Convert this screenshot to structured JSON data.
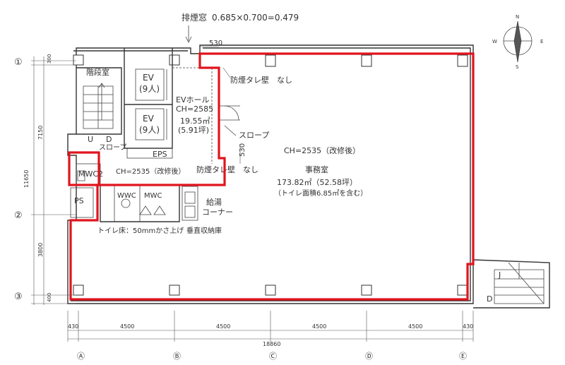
{
  "exhaust_window": {
    "label": "排煙窓",
    "formula": "0.685×0.700=0.479"
  },
  "compass": {
    "n": "N",
    "e": "E",
    "s": "S",
    "w": "W"
  },
  "rooms": {
    "stair": "階段室",
    "ev1": "EV",
    "ev1_cap": "(9人)",
    "ev2": "EV",
    "ev2_cap": "(9人)",
    "ev_hall": "EVホール",
    "ev_hall_ch": "CH=2585",
    "ev_hall_area": "19.55㎡",
    "ev_hall_tsubo": "(5.91坪)",
    "slope_top": "スロープ",
    "slope_left": "スロープ",
    "u": "U",
    "d": "D",
    "eps": "EPS",
    "mwc2": "MWC2",
    "ch_toilet": "CH=2535（改修後）",
    "ps": "PS",
    "wwc": "WWC",
    "mwc": "MWC",
    "kyuto": "給湯",
    "corner": "コーナー",
    "toilet_floor": "トイレ床：50mmかさ上げ",
    "storage": "垂直収納庫",
    "smoke_wall_top": "防煙タレ壁　なし",
    "smoke_wall_bottom": "防煙タレ壁　なし",
    "office_ch": "CH=2535（改修後）",
    "office": "事務室",
    "office_area": "173.82㎡（52.58坪）",
    "office_note": "（トイレ面積6.85㎡を含む）",
    "ext_j": "J",
    "ext_d": "D"
  },
  "dimensions": {
    "top_530": "530",
    "mid_530": "530",
    "left_300": "300",
    "left_7150": "7150",
    "left_11650": "11650",
    "left_3800": "3800",
    "left_400": "400",
    "bottom_spans": [
      "430",
      "4500",
      "4500",
      "4500",
      "4500",
      "430"
    ],
    "bottom_total": "18860"
  },
  "grid_rows": [
    "①",
    "②",
    "③"
  ],
  "grid_cols": [
    "Ⓐ",
    "Ⓑ",
    "Ⓒ",
    "Ⓓ",
    "Ⓔ"
  ]
}
